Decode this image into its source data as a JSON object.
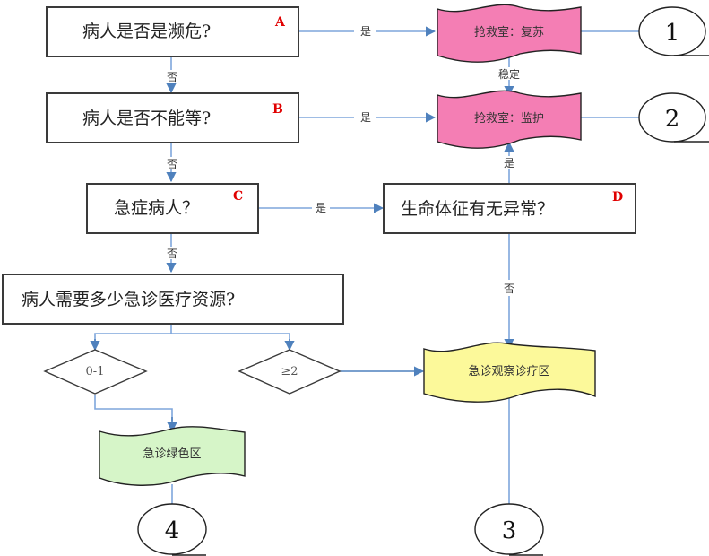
{
  "flowchart": {
    "decisions": {
      "A": {
        "text": "病人是否是濒危?",
        "tag": "A"
      },
      "B": {
        "text": "病人是否不能等?",
        "tag": "B"
      },
      "C": {
        "text": "急症病人？",
        "tag": "C"
      },
      "D": {
        "text": "生命体征有无异常？",
        "tag": "D"
      },
      "E": {
        "text": "病人需要多少急诊医疗资源?"
      }
    },
    "resource_options": {
      "low": "0-1",
      "high": "≥2"
    },
    "areas": {
      "resuscitation": "抢救室：复苏",
      "monitoring": "抢救室：监护",
      "observation": "急诊观察诊疗区",
      "green": "急诊绿色区"
    },
    "levels": {
      "one": "1",
      "two": "2",
      "three": "3",
      "four": "4"
    },
    "edge_labels": {
      "yes": "是",
      "no": "否",
      "stable": "稳定"
    },
    "colors": {
      "resuscitation_fill": "#f47eb4",
      "observation_fill": "#fcf99a",
      "green_fill": "#d6f5c8",
      "tag_color": "#e00000",
      "connector": "#7ea6dc",
      "arrow": "#4f81bd"
    }
  }
}
